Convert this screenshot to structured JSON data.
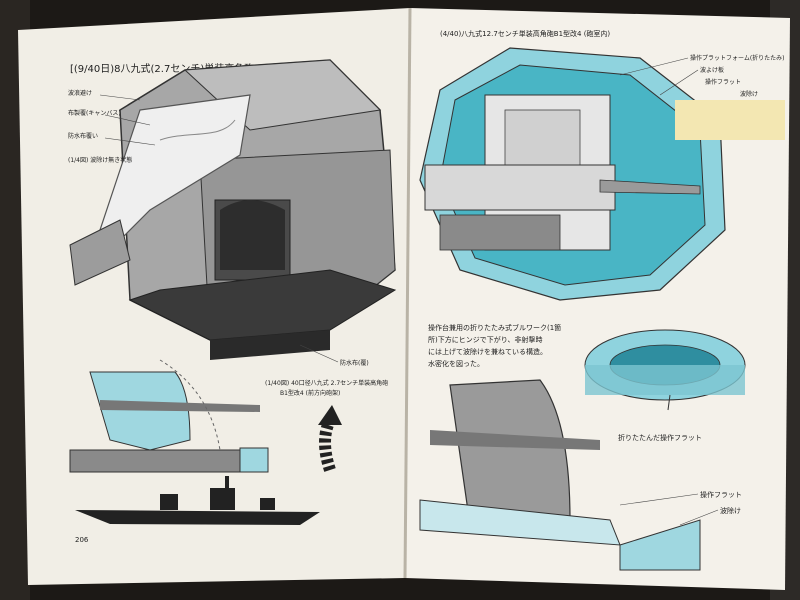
{
  "left_page": {
    "header": "[(9/40日)8八九式(2.7センチ)単装高角砲B1型改4",
    "labels": [
      "波浪避け",
      "布製覆(キャンバス)",
      "防水布覆い"
    ],
    "caption_mini": "(1/4図) 波除け無き状態",
    "mount_label": "防水布(覆)",
    "side_caption": [
      "(1/40図) 40口径八九式 2.7センチ単装高角砲",
      "B1型改4 (前方向砲架)"
    ],
    "page_number": "206"
  },
  "right_page": {
    "header": "(4/40)八九式12.7センチ単装高角砲B1型改4 (砲室内)",
    "labels": [
      "操作プラットフォーム(折りたたみ)",
      "波よけ板",
      "操作フラット",
      "波除け"
    ],
    "note": [
      "操作台兼用の折りたたみ式ブルワーク(1箇",
      "所)下方にヒンジで下がり、非射撃時",
      "には上げて波除けを兼ねている構造。",
      "水密化を図った。"
    ],
    "fold_label": "折りたたんだ操作フラット",
    "flat_label": "操作フラット",
    "wave_label": "波除け"
  },
  "colors": {
    "page": "#f3f0e8",
    "cyan": "#7fd3df",
    "cyan_dark": "#3aa8bb",
    "gray": "#8a8a8a",
    "dark": "#2e2e2e",
    "sticky": "#f3e7b2"
  }
}
